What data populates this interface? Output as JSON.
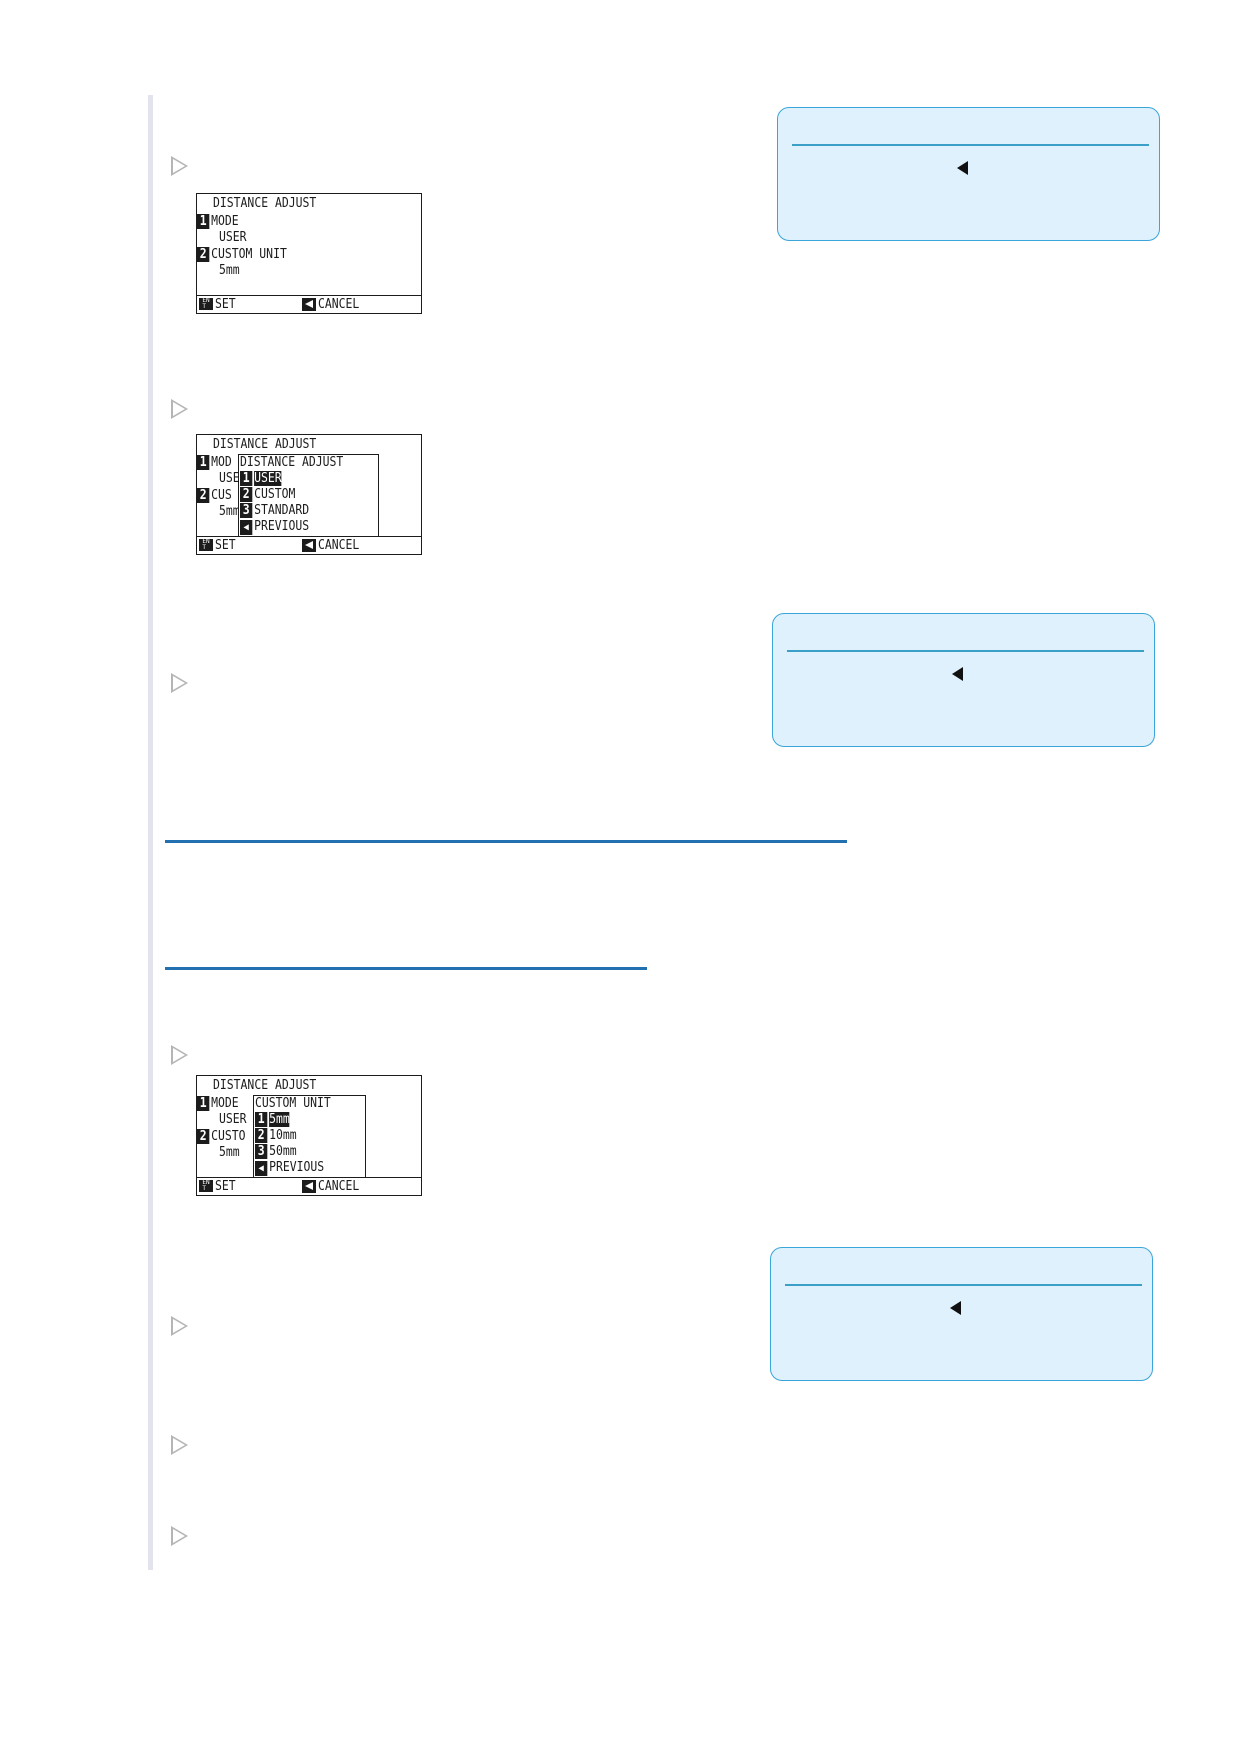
{
  "lcd_screens": [
    {
      "title": "DISTANCE ADJUST",
      "rows": [
        {
          "num": "1",
          "text": "MODE"
        },
        {
          "num": "",
          "text": "USER"
        },
        {
          "num": "2",
          "text": "CUSTOM UNIT"
        },
        {
          "num": "",
          "text": "5mm"
        }
      ],
      "footer": {
        "enter_label": "ENT",
        "set_label": "SET",
        "cancel_label": "CANCEL"
      }
    },
    {
      "title": "DISTANCE ADJUST",
      "rows": [
        {
          "num": "1",
          "text": "MOD"
        },
        {
          "num": "",
          "text": "USE"
        },
        {
          "num": "2",
          "text": "CUS"
        },
        {
          "num": "",
          "text": "5mm"
        }
      ],
      "popup": {
        "title": "DISTANCE ADJUST",
        "items": [
          {
            "key": "1",
            "label": "USER",
            "selected": true
          },
          {
            "key": "2",
            "label": "CUSTOM",
            "selected": false
          },
          {
            "key": "3",
            "label": "STANDARD",
            "selected": false
          },
          {
            "key": "back",
            "label": "PREVIOUS",
            "selected": false
          }
        ]
      },
      "footer": {
        "enter_label": "ENT",
        "set_label": "SET",
        "cancel_label": "CANCEL"
      }
    },
    {
      "title": "DISTANCE ADJUST",
      "rows": [
        {
          "num": "1",
          "text": "MODE"
        },
        {
          "num": "",
          "text": "USER"
        },
        {
          "num": "2",
          "text": "CUSTO"
        },
        {
          "num": "",
          "text": "5mm"
        }
      ],
      "popup": {
        "title": "CUSTOM UNIT",
        "items": [
          {
            "key": "1",
            "label": "5mm",
            "selected": true
          },
          {
            "key": "2",
            "label": "10mm",
            "selected": false
          },
          {
            "key": "3",
            "label": "50mm",
            "selected": false
          },
          {
            "key": "back",
            "label": "PREVIOUS",
            "selected": false
          }
        ]
      },
      "footer": {
        "enter_label": "ENT",
        "set_label": "SET",
        "cancel_label": "CANCEL"
      }
    }
  ],
  "note_boxes": [
    {
      "icon": "left-triangle-icon"
    },
    {
      "icon": "left-triangle-icon"
    },
    {
      "icon": "left-triangle-icon"
    }
  ],
  "colors": {
    "note_background": "#dff1fc",
    "note_border": "#3aa5d8",
    "section_rule": "#2270b0",
    "side_bar": "#e3e3ee",
    "step_arrow": "#b5b5b5"
  }
}
